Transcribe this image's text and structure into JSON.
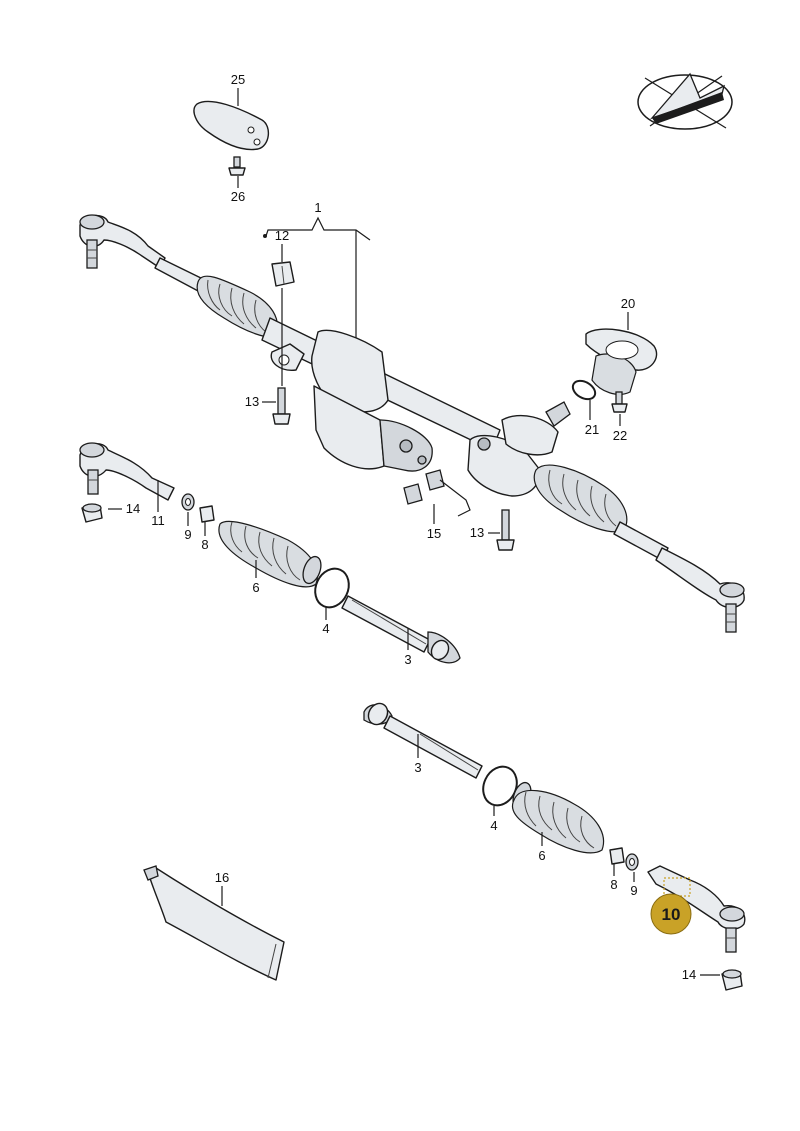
{
  "callouts": [
    {
      "id": "c25",
      "text": "25"
    },
    {
      "id": "c26",
      "text": "26"
    },
    {
      "id": "c1",
      "text": "1"
    },
    {
      "id": "c12",
      "text": "12"
    },
    {
      "id": "c13a",
      "text": "13"
    },
    {
      "id": "c20",
      "text": "20"
    },
    {
      "id": "c21",
      "text": "21"
    },
    {
      "id": "c22",
      "text": "22"
    },
    {
      "id": "c14a",
      "text": "14"
    },
    {
      "id": "c11",
      "text": "11"
    },
    {
      "id": "c9a",
      "text": "9"
    },
    {
      "id": "c8a",
      "text": "8"
    },
    {
      "id": "c6a",
      "text": "6"
    },
    {
      "id": "c15",
      "text": "15"
    },
    {
      "id": "c13b",
      "text": "13"
    },
    {
      "id": "c4a",
      "text": "4"
    },
    {
      "id": "c3a",
      "text": "3"
    },
    {
      "id": "c3b",
      "text": "3"
    },
    {
      "id": "c4b",
      "text": "4"
    },
    {
      "id": "c6b",
      "text": "6"
    },
    {
      "id": "c8b",
      "text": "8"
    },
    {
      "id": "c9b",
      "text": "9"
    },
    {
      "id": "c16",
      "text": "16"
    },
    {
      "id": "c14b",
      "text": "14"
    }
  ],
  "highlight": {
    "text": "10",
    "color": "#c9a227"
  },
  "colors": {
    "line": "#1c1c1c",
    "part_fill": "#e9ecef",
    "badge": "#c9a227"
  }
}
